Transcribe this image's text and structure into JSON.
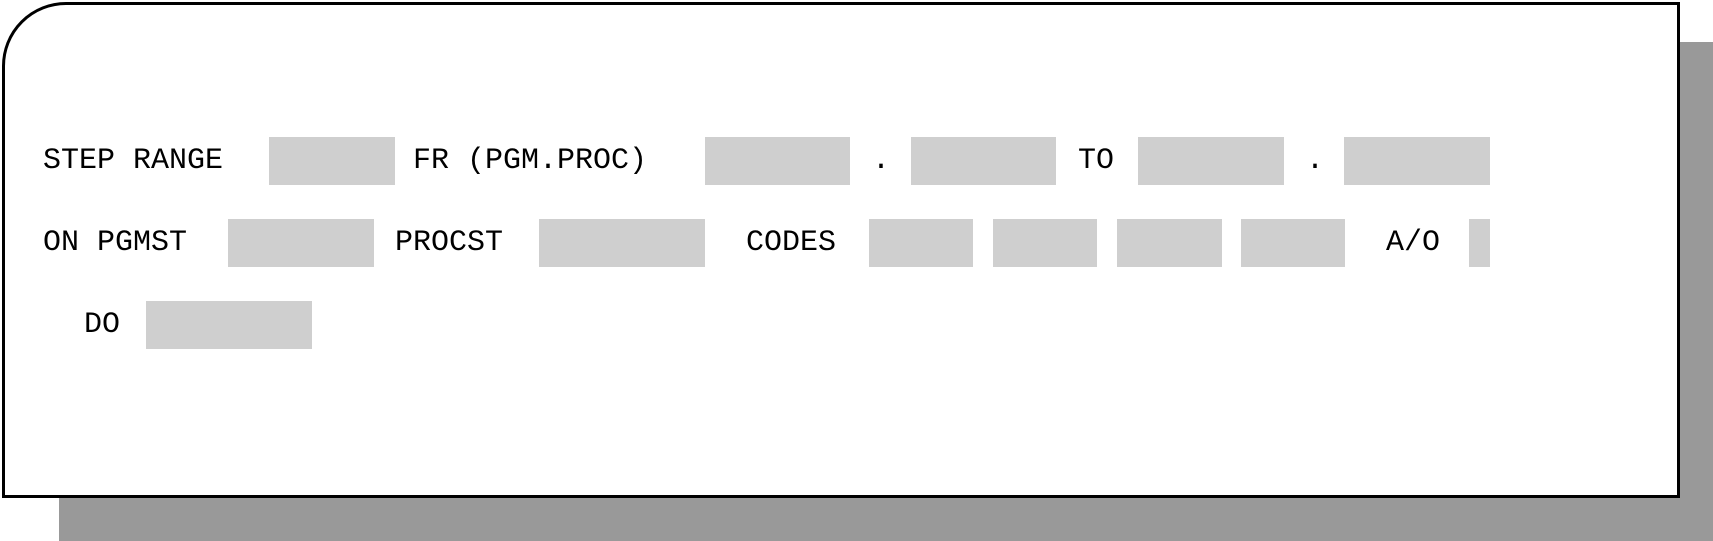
{
  "form": {
    "row1": {
      "step_range_label": "STEP RANGE",
      "step_range_value": "",
      "from_label": "FR (PGM.PROC)",
      "from_pgm_value": "",
      "from_dot": ".",
      "from_proc_value": "",
      "to_label": "TO",
      "to_pgm_value": "",
      "to_dot": ".",
      "to_proc_value": ""
    },
    "row2": {
      "on_pgmst_label": "ON PGMST",
      "pgmst_value": "",
      "procst_label": "PROCST",
      "procst_value": "",
      "codes_label": "CODES",
      "codes_values": [
        "",
        "",
        "",
        ""
      ],
      "and_or_label": "A/O",
      "and_or_value": ""
    },
    "row3": {
      "do_label": "DO",
      "do_value": ""
    }
  },
  "colors": {
    "field_fill": "#cfcfcf",
    "shadow": "#999999",
    "border": "#000000",
    "background": "#ffffff"
  }
}
